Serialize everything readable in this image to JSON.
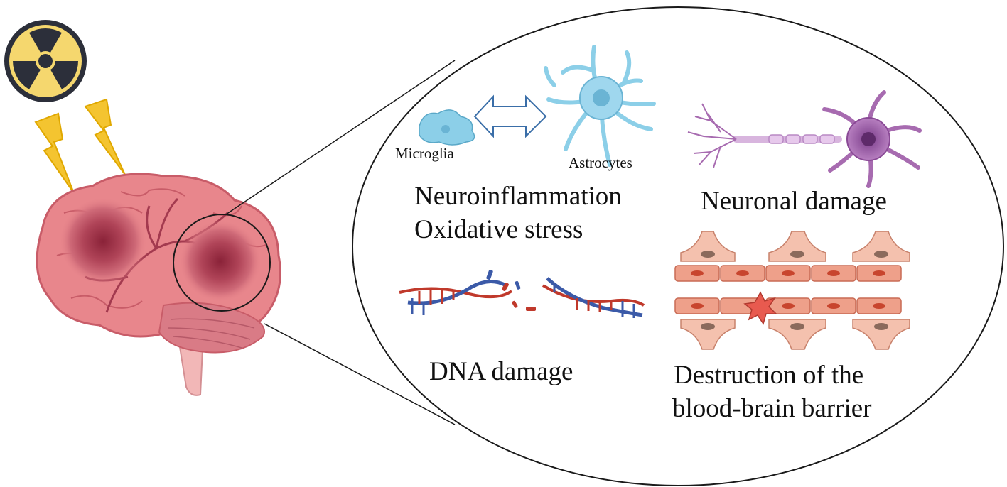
{
  "labels": {
    "microglia": "Microglia",
    "astrocytes": "Astrocytes",
    "neuroinflammation": "Neuroinflammation",
    "oxidative_stress": "Oxidative stress",
    "neuronal_damage": "Neuronal damage",
    "dna_damage": "DNA damage",
    "bbb_line1": "Destruction of the",
    "bbb_line2": "blood-brain barrier"
  },
  "icons": [
    "radiation-icon",
    "lightning-icon",
    "brain-icon",
    "microglia-icon",
    "double-arrow-icon",
    "astrocyte-icon",
    "neuron-icon",
    "dna-icon",
    "blood-brain-barrier-icon"
  ],
  "colors": {
    "radiation_yellow": "#f5d76e",
    "lightning": "#f4c430",
    "brain_pink": "#e8868c",
    "lesion": "#9c3344",
    "glia_blue": "#8ccfe8",
    "neuron_purple": "#a76bb0",
    "dna_blue": "#3b5aa8",
    "dna_red": "#c0392b",
    "endothelial": "#eea08a"
  }
}
